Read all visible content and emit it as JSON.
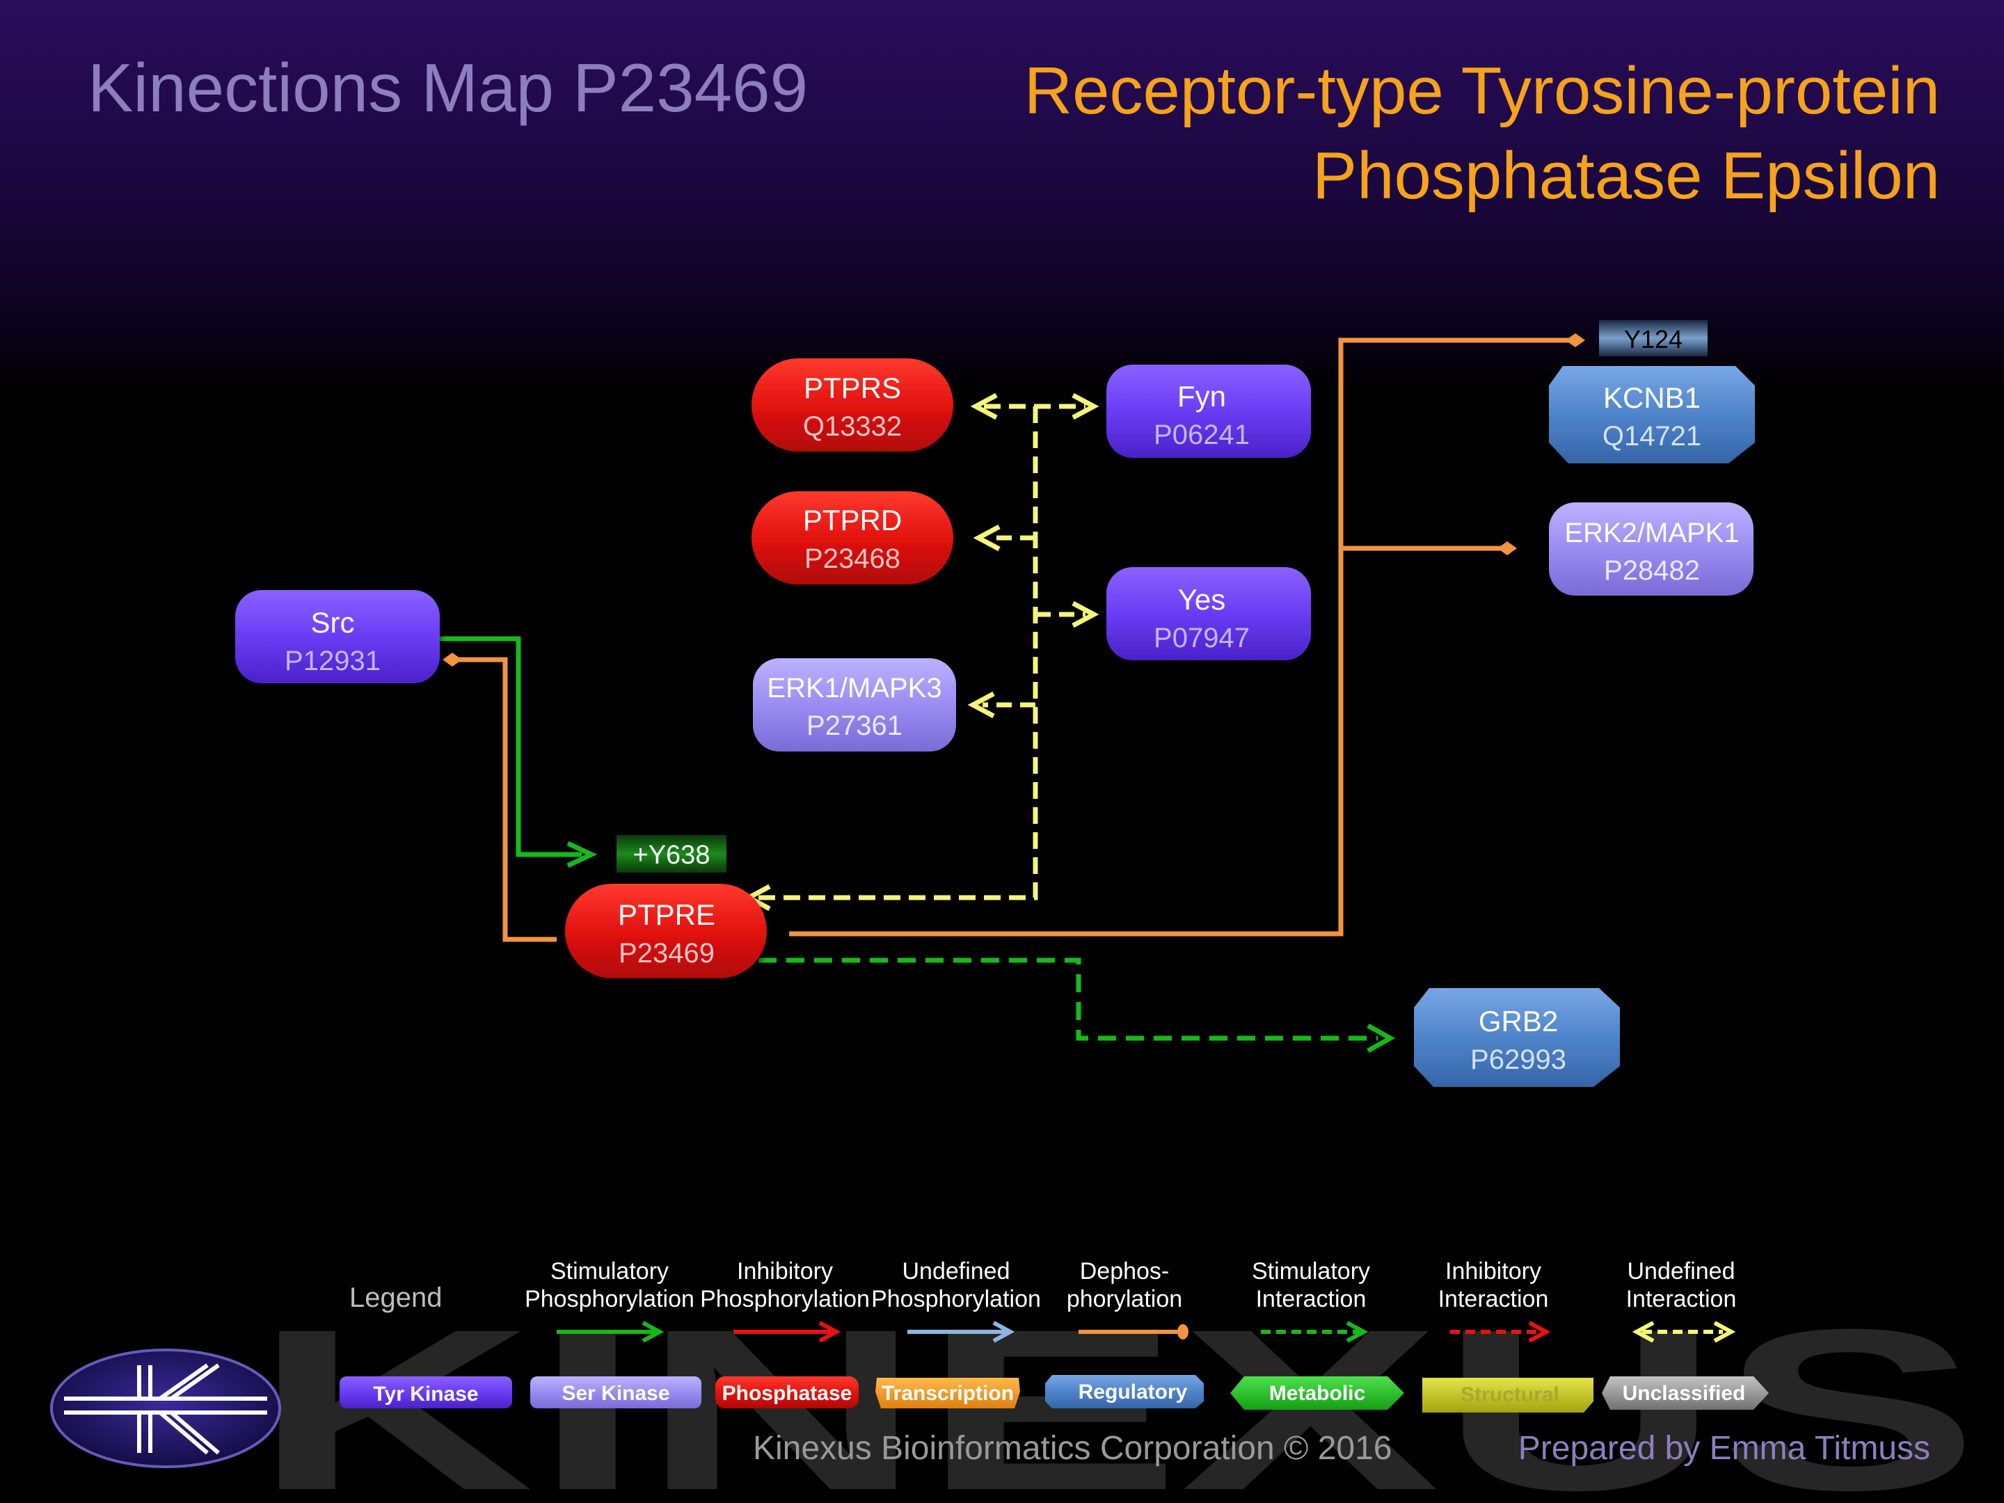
{
  "header": {
    "map_title": "Kinections Map P23469",
    "protein_name_line1": "Receptor-type Tyrosine-protein",
    "protein_name_line2": "Phosphatase Epsilon"
  },
  "colors": {
    "tyr_kinase": "#6a3cf5",
    "ser_kinase": "#9b8cf2",
    "phosphatase": "#e3130f",
    "transcription": "#f39a1e",
    "regulatory": "#4f84c9",
    "metabolic": "#22c022",
    "structural": "#c8c81a",
    "unclassified": "#9a9a9a",
    "stimulatory": "#18b818",
    "inhibitory": "#e81212",
    "undefined_phos": "#8fb4e0",
    "dephosphorylation": "#f39440",
    "undefined_interaction": "#f5f57a"
  },
  "nodes": [
    {
      "id": "ptprs",
      "name": "PTPRS",
      "accession": "Q13332",
      "category": "phosphatase"
    },
    {
      "id": "ptprd",
      "name": "PTPRD",
      "accession": "P23468",
      "category": "phosphatase"
    },
    {
      "id": "erk1",
      "name": "ERK1/MAPK3",
      "accession": "P27361",
      "category": "ser_kinase"
    },
    {
      "id": "fyn",
      "name": "Fyn",
      "accession": "P06241",
      "category": "tyr_kinase"
    },
    {
      "id": "yes",
      "name": "Yes",
      "accession": "P07947",
      "category": "tyr_kinase"
    },
    {
      "id": "src",
      "name": "Src",
      "accession": "P12931",
      "category": "tyr_kinase"
    },
    {
      "id": "ptpre",
      "name": "PTPRE",
      "accession": "P23469",
      "category": "phosphatase"
    },
    {
      "id": "kcnb1",
      "name": "KCNB1",
      "accession": "Q14721",
      "category": "regulatory"
    },
    {
      "id": "erk2",
      "name": "ERK2/MAPK1",
      "accession": "P28482",
      "category": "ser_kinase"
    },
    {
      "id": "grb2",
      "name": "GRB2",
      "accession": "P62993",
      "category": "regulatory"
    }
  ],
  "site_labels": [
    {
      "id": "y638",
      "text": "+Y638",
      "style": "stimulatory"
    },
    {
      "id": "y124",
      "text": "Y124",
      "style": "regulatory"
    }
  ],
  "edges": [
    {
      "from": "src",
      "to": "ptpre",
      "type": "stimulatory_phosphorylation",
      "site": "+Y638"
    },
    {
      "from": "ptpre",
      "to": "src",
      "type": "dephosphorylation"
    },
    {
      "from": "ptpre",
      "to": "kcnb1",
      "type": "dephosphorylation",
      "site": "Y124"
    },
    {
      "from": "ptpre",
      "to": "erk2",
      "type": "dephosphorylation"
    },
    {
      "from": "ptpre",
      "to": "grb2",
      "type": "stimulatory_interaction"
    },
    {
      "from": "ptpre",
      "to": "ptprs",
      "type": "undefined_interaction"
    },
    {
      "from": "ptpre",
      "to": "fyn",
      "type": "undefined_interaction"
    },
    {
      "from": "ptpre",
      "to": "ptprd",
      "type": "undefined_interaction"
    },
    {
      "from": "ptpre",
      "to": "yes",
      "type": "undefined_interaction"
    },
    {
      "from": "ptpre",
      "to": "erk1",
      "type": "undefined_interaction"
    }
  ],
  "legend": {
    "title": "Legend",
    "lines": [
      {
        "label1": "Stimulatory",
        "label2": "Phosphorylation",
        "style": "stim_phos"
      },
      {
        "label1": "Inhibitory",
        "label2": "Phosphorylation",
        "style": "inhib_phos"
      },
      {
        "label1": "Undefined",
        "label2": "Phosphorylation",
        "style": "undef_phos"
      },
      {
        "label1": "Dephos-",
        "label2": "phorylation",
        "style": "dephos"
      },
      {
        "label1": "Stimulatory",
        "label2": "Interaction",
        "style": "stim_int"
      },
      {
        "label1": "Inhibitory",
        "label2": "Interaction",
        "style": "inhib_int"
      },
      {
        "label1": "Undefined",
        "label2": "Interaction",
        "style": "undef_int"
      }
    ],
    "categories": [
      {
        "label": "Tyr Kinase",
        "key": "tyr_kinase"
      },
      {
        "label": "Ser Kinase",
        "key": "ser_kinase"
      },
      {
        "label": "Phosphatase",
        "key": "phosphatase"
      },
      {
        "label": "Transcription",
        "key": "transcription"
      },
      {
        "label": "Regulatory",
        "key": "regulatory"
      },
      {
        "label": "Metabolic",
        "key": "metabolic"
      },
      {
        "label": "Structural",
        "key": "structural"
      },
      {
        "label": "Unclassified",
        "key": "unclassified"
      }
    ]
  },
  "footer": {
    "watermark": "KINEXUS",
    "company": "Kinexus Bioinformatics Corporation © 2016",
    "prepared_by": "Prepared by Emma Titmuss"
  }
}
